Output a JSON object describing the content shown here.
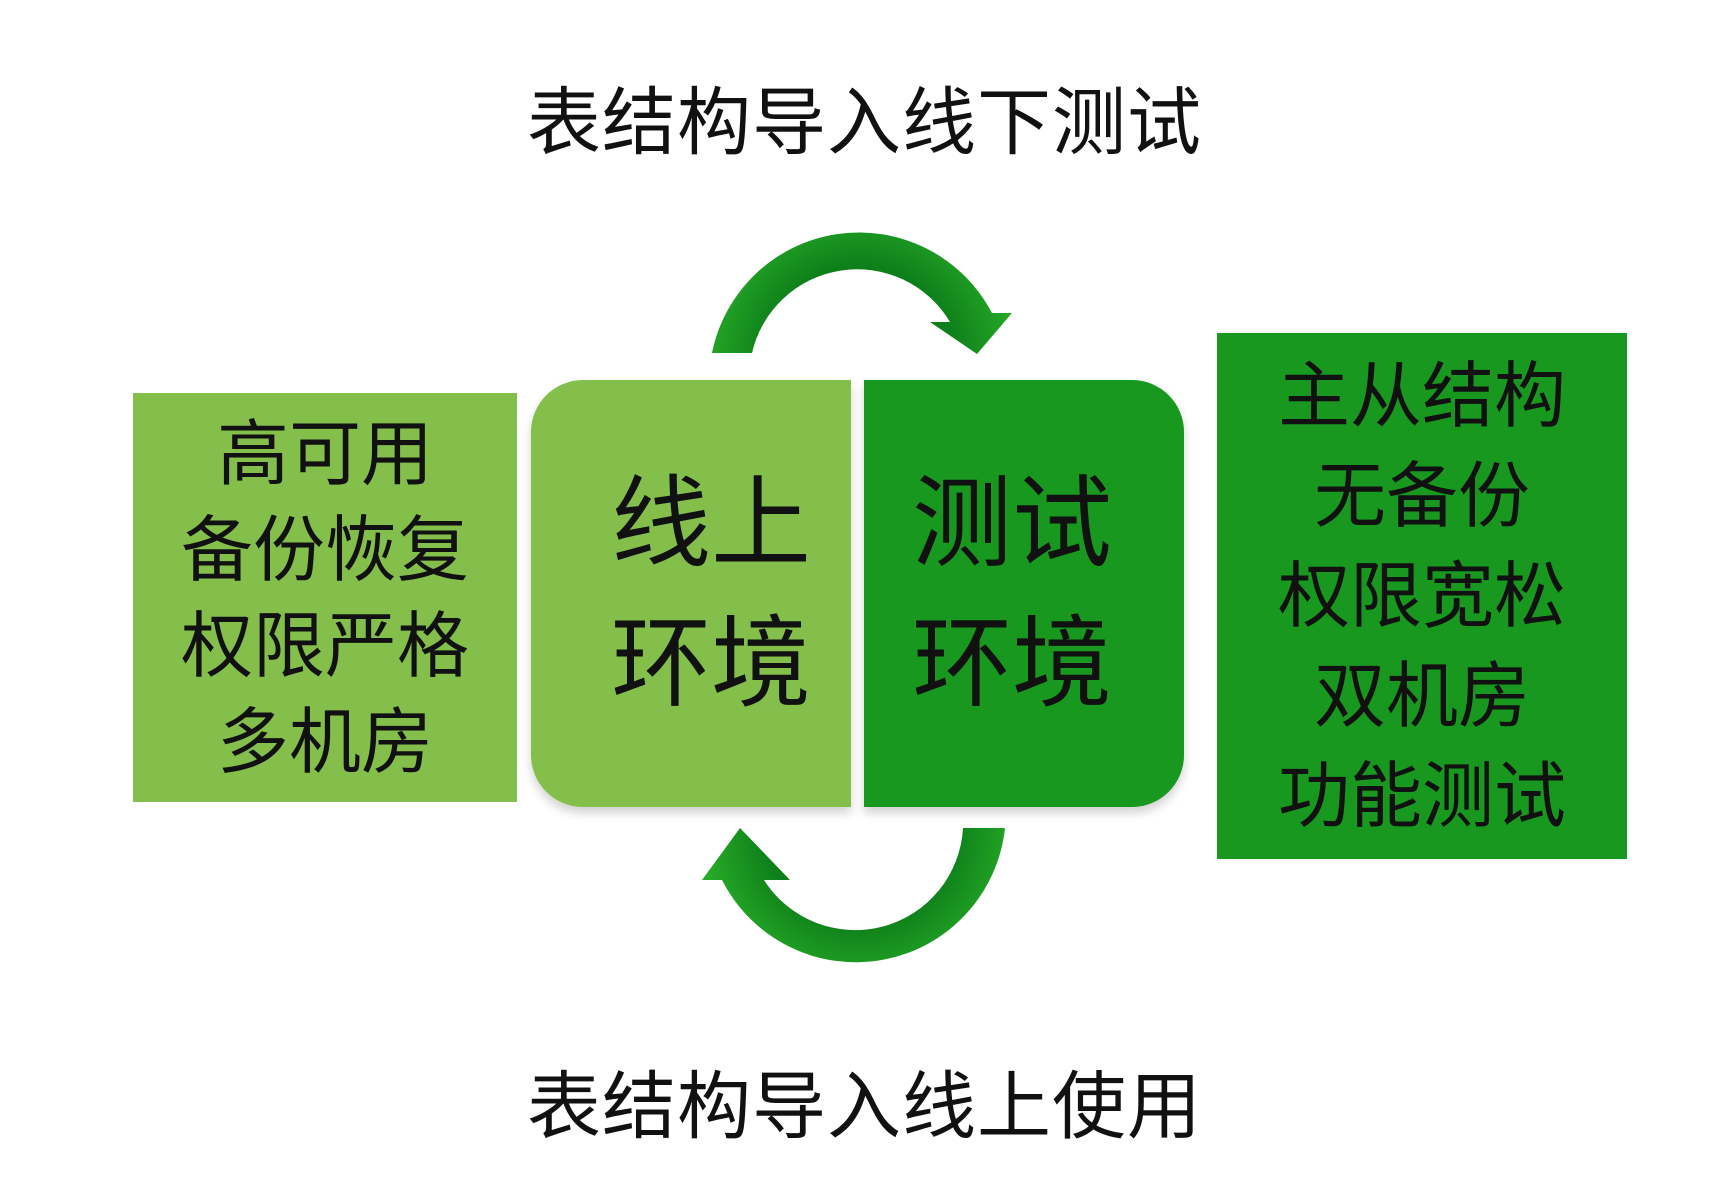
{
  "captions": {
    "top": "表结构导入线下测试",
    "bottom": "表结构导入线上使用"
  },
  "left_box": {
    "lines": [
      "高可用",
      "备份恢复",
      "权限严格",
      "多机房"
    ]
  },
  "online_env": {
    "lines": [
      "线上",
      "环境"
    ]
  },
  "test_env": {
    "lines": [
      "测试",
      "环境"
    ]
  },
  "right_box": {
    "lines": [
      "主从结构",
      "无备份",
      "权限宽松",
      "双机房",
      "功能测试"
    ]
  },
  "colors": {
    "light_green": "#84bf4c",
    "dark_green": "#18981f",
    "arrow_green": "#27a824"
  },
  "icons": {
    "top_arrow": "curved-arrow-right-icon",
    "bottom_arrow": "curved-arrow-left-icon"
  }
}
